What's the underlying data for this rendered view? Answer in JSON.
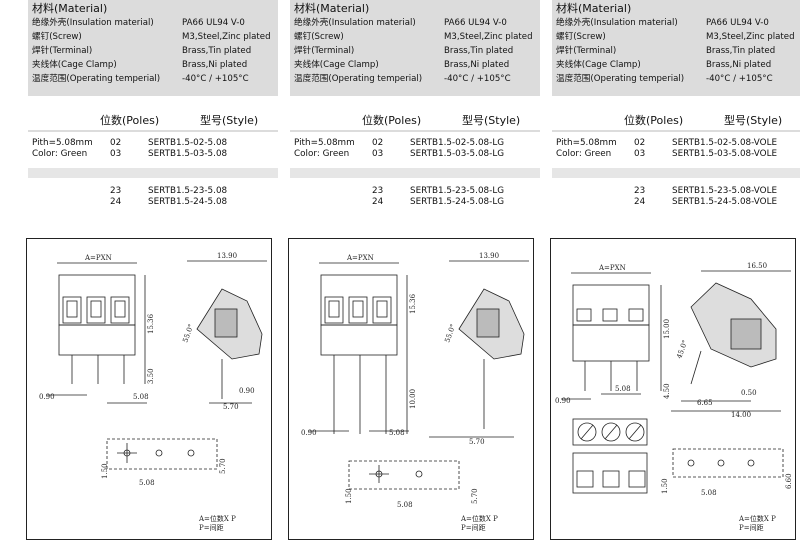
{
  "columns": [
    {
      "material_title": "材料(Material)",
      "specs": [
        {
          "label": "绝缘外壳(Insulation material)",
          "value": "PA66 UL94 V-0"
        },
        {
          "label": "螺钉(Screw)",
          "value": "M3,Steel,Zinc plated"
        },
        {
          "label": "焊针(Terminal)",
          "value": "Brass,Tin plated"
        },
        {
          "label": "夹线体(Cage Clamp)",
          "value": "Brass,Ni plated"
        },
        {
          "label": "温度范围(Operating temperial)",
          "value": "-40°C / +105°C"
        }
      ],
      "poles_header": "位数(Poles)",
      "style_header": "型号(Style)",
      "rows": [
        {
          "a": "Pith=5.08mm",
          "b": "02",
          "c": "SERTB1.5-02-5.08"
        },
        {
          "a": "Color: Green",
          "b": "03",
          "c": "SERTB1.5-03-5.08"
        }
      ],
      "rows2": [
        {
          "a": "",
          "b": "23",
          "c": "SERTB1.5-23-5.08"
        },
        {
          "a": "",
          "b": "24",
          "c": "SERTB1.5-24-5.08"
        }
      ],
      "dims": {
        "apxn": "A=PXN",
        "w": "13.90",
        "h": "15.36",
        "ang": "55.0°",
        "p1": "0.90",
        "p2": "5.08",
        "p3": "3.50",
        "p4": "0.90",
        "p5": "5.70",
        "f1": "1.50",
        "f2": "5.08",
        "f3": "5.70",
        "note1": "A=位数X P",
        "note2": "P=间距"
      }
    },
    {
      "material_title": "材料(Material)",
      "specs": [
        {
          "label": "绝缘外壳(Insulation material)",
          "value": "PA66 UL94 V-0"
        },
        {
          "label": "螺钉(Screw)",
          "value": "M3,Steel,Zinc plated"
        },
        {
          "label": "焊针(Terminal)",
          "value": "Brass,Tin plated"
        },
        {
          "label": "夹线体(Cage Clamp)",
          "value": "Brass,Ni plated"
        },
        {
          "label": "温度范围(Operating temperial)",
          "value": "-40°C / +105°C"
        }
      ],
      "poles_header": "位数(Poles)",
      "style_header": "型号(Style)",
      "rows": [
        {
          "a": "Pith=5.08mm",
          "b": "02",
          "c": "SERTB1.5-02-5.08-LG"
        },
        {
          "a": "Color: Green",
          "b": "03",
          "c": "SERTB1.5-03-5.08-LG"
        }
      ],
      "rows2": [
        {
          "a": "",
          "b": "23",
          "c": "SERTB1.5-23-5.08-LG"
        },
        {
          "a": "",
          "b": "24",
          "c": "SERTB1.5-24-5.08-LG"
        }
      ],
      "dims": {
        "apxn": "A=PXN",
        "w": "13.90",
        "h": "15.36",
        "ang": "55.0°",
        "p1": "0.90",
        "p2": "5.08",
        "p3": "10.00",
        "p4": "",
        "p5": "5.70",
        "f1": "1.50",
        "f2": "5.08",
        "f3": "5.70",
        "note1": "A=位数X P",
        "note2": "P=间距"
      }
    },
    {
      "material_title": "材料(Material)",
      "specs": [
        {
          "label": "绝缘外壳(Insulation material)",
          "value": "PA66 UL94 V-0"
        },
        {
          "label": "螺钉(Screw)",
          "value": "M3,Steel,Zinc plated"
        },
        {
          "label": "焊针(Terminal)",
          "value": "Brass,Tin plated"
        },
        {
          "label": "夹线体(Cage Clamp)",
          "value": "Brass,Ni plated"
        },
        {
          "label": "温度范围(Operating temperial)",
          "value": "-40°C / +105°C"
        }
      ],
      "poles_header": "位数(Poles)",
      "style_header": "型号(Style)",
      "rows": [
        {
          "a": "Pith=5.08mm",
          "b": "02",
          "c": "SERTB1.5-02-5.08-VOLE"
        },
        {
          "a": "Color: Green",
          "b": "03",
          "c": "SERTB1.5-03-5.08-VOLE"
        }
      ],
      "rows2": [
        {
          "a": "",
          "b": "23",
          "c": "SERTB1.5-23-5.08-VOLE"
        },
        {
          "a": "",
          "b": "24",
          "c": "SERTB1.5-24-5.08-VOLE"
        }
      ],
      "dims": {
        "apxn": "A=PXN",
        "w": "16.50",
        "h": "15.00",
        "ang": "45.0°",
        "p1": "0.90",
        "p2": "5.08",
        "p3": "4.50",
        "p4": "0.50",
        "p5": "6.65",
        "p6": "14.00",
        "f1": "1.50",
        "f2": "5.08",
        "f3": "6.60",
        "note1": "A=位数X P",
        "note2": "P=间距"
      }
    }
  ]
}
